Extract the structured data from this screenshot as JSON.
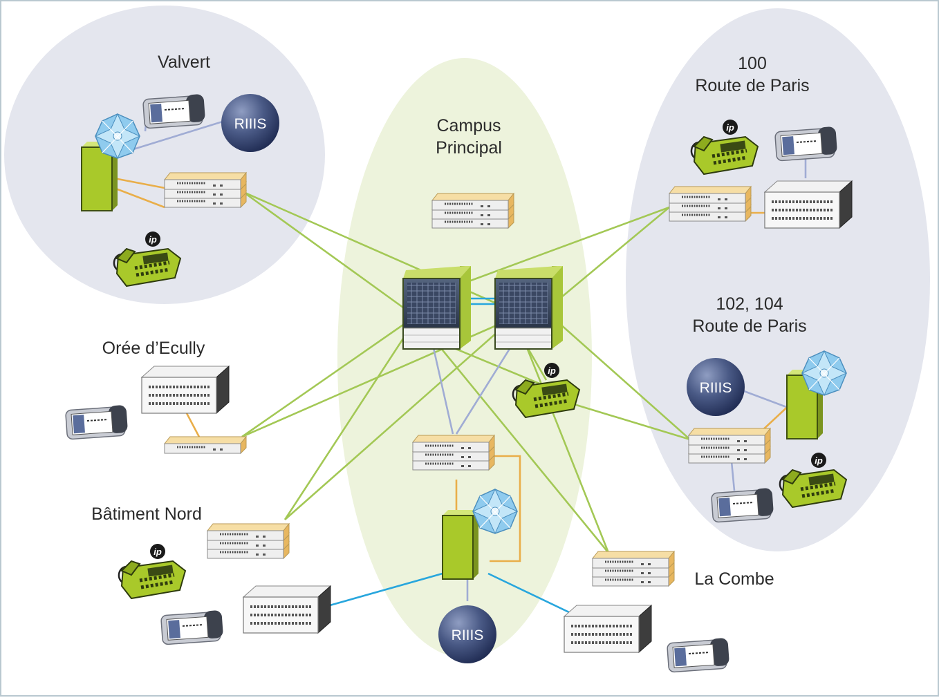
{
  "colors": {
    "zone_fill": "#e4e6ee",
    "campus_fill": "#edf3dc",
    "frame": "#b9c8d0",
    "link_green": "#a3c855",
    "link_orange": "#e9ae49",
    "link_lilac": "#a0acd4",
    "link_blue": "#28a6dd",
    "device_green": "#a9c92a",
    "riiis_dark": "#2d3c67",
    "cloud_blue": "#8fcbee",
    "switch_top": "#f6dea5",
    "switch_body": "#eeeeee"
  },
  "labels": {
    "valvert": "Valvert",
    "campus_line1": "Campus",
    "campus_line2": "Principal",
    "rp100_line1": "100",
    "rp100_line2": "Route de Paris",
    "rp102_line1": "102, 104",
    "rp102_line2": "Route de Paris",
    "oree": "Orée d’Ecully",
    "batiment": "Bâtiment Nord",
    "combe": "La Combe"
  },
  "riiis_nodes": {
    "valvert": "RIIIS",
    "rp102": "RIIIS",
    "campus": "RIIIS"
  },
  "ip_badge": "ip",
  "icons": {
    "router": "core-router-icon",
    "switch": "switch-stack-icon",
    "phone": "ip-phone-icon",
    "pbx": "rack-chassis-icon",
    "pda": "handheld-terminal-icon",
    "firewall": "firewall-tower-icon",
    "cloud": "network-globe-icon",
    "riiis": "riiis-sphere-icon"
  }
}
